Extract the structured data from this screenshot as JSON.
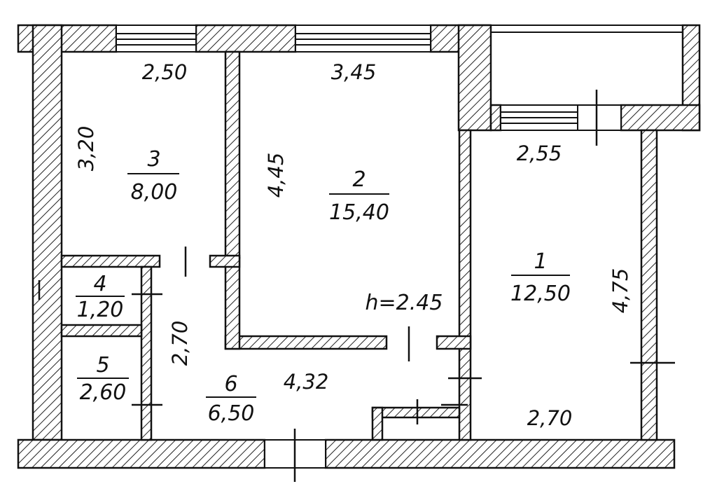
{
  "rooms": [
    {
      "id": "3",
      "number": "3",
      "area": "8,00"
    },
    {
      "id": "2",
      "number": "2",
      "area": "15,40"
    },
    {
      "id": "1",
      "number": "1",
      "area": "12,50"
    },
    {
      "id": "4",
      "number": "4",
      "area": "1,20"
    },
    {
      "id": "5",
      "number": "5",
      "area": "2,60"
    },
    {
      "id": "6",
      "number": "6",
      "area": "6,50"
    }
  ],
  "dimensions": {
    "room3_width": "2,50",
    "room3_height": "3,20",
    "room2_width": "3,45",
    "room2_height": "4,45",
    "room1_width_top": "2,55",
    "room1_height": "4,75",
    "room1_width_bottom": "2,70",
    "hall_height": "2,70",
    "hall_width": "4,32"
  },
  "ceiling_height": "h=2.45"
}
